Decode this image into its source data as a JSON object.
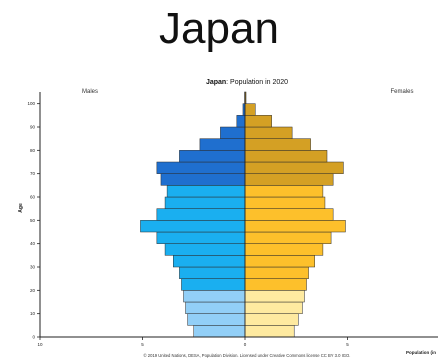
{
  "heading": "Japan",
  "colors": {
    "male_old": "#1f6fcf",
    "male_mid": "#1aaff0",
    "male_young": "#92cff7",
    "female_old": "#d4a024",
    "female_mid": "#fdc02b",
    "female_young": "#feeaa0",
    "edge": "#2b2b2b"
  },
  "chart_data": {
    "type": "bar",
    "orientation": "horizontal-pyramid",
    "title_bold": "Japan",
    "title_rest": ": Population in 2020",
    "ylabel": "Age",
    "xlabel": "Population (in",
    "left_label": "Males",
    "right_label": "Females",
    "xlim": [
      -10,
      10
    ],
    "x_ticks": [
      -10,
      -5,
      0,
      5
    ],
    "x_tick_labels": [
      "10",
      "5",
      "0",
      "5"
    ],
    "y_ticks": [
      0,
      10,
      20,
      30,
      40,
      50,
      60,
      70,
      80,
      90,
      100
    ],
    "y_tick_labels": [
      "0",
      "10",
      "20",
      "30",
      "40",
      "50",
      "60",
      "70",
      "80",
      "90",
      "100"
    ],
    "age_group_width": 5,
    "age_groups": [
      0,
      5,
      10,
      15,
      20,
      25,
      30,
      35,
      40,
      45,
      50,
      55,
      60,
      65,
      70,
      75,
      80,
      85,
      90,
      95,
      100
    ],
    "series": [
      {
        "name": "Males",
        "values": [
          2.5,
          2.8,
          2.9,
          3.0,
          3.1,
          3.2,
          3.5,
          3.9,
          4.3,
          5.1,
          4.3,
          3.9,
          3.8,
          4.1,
          4.3,
          3.2,
          2.2,
          1.2,
          0.4,
          0.1,
          0.02
        ]
      },
      {
        "name": "Females",
        "values": [
          2.4,
          2.6,
          2.8,
          2.9,
          3.0,
          3.1,
          3.4,
          3.8,
          4.2,
          4.9,
          4.3,
          3.9,
          3.8,
          4.3,
          4.8,
          4.0,
          3.2,
          2.3,
          1.3,
          0.5,
          0.05
        ]
      }
    ],
    "source_note": "© 2019 United Nations, DESA, Population Division. Licensed under Creative Commons license CC BY 3.0 IGO."
  }
}
